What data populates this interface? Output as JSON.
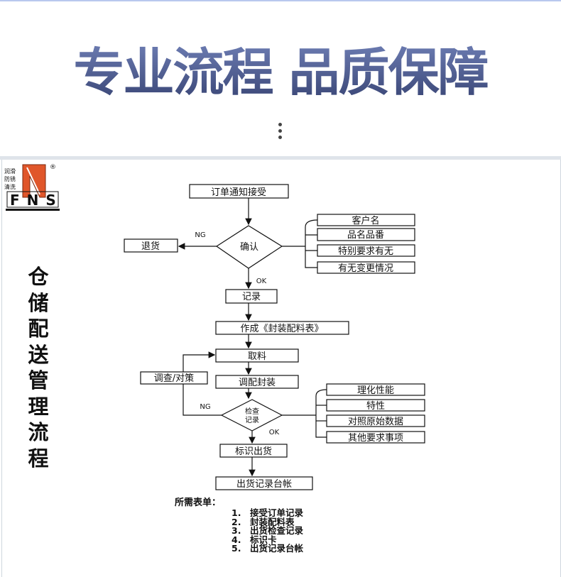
{
  "banner": {
    "title": "专业流程 品质保障"
  },
  "logo": {
    "tagline": [
      "润滑",
      "防锈",
      "清洗"
    ],
    "letters": "FNS",
    "registered": "®"
  },
  "side_title": [
    "仓",
    "储",
    "配",
    "送",
    "管",
    "理",
    "流",
    "程"
  ],
  "flow": {
    "order_received": "订单通知接受",
    "confirm": "确认",
    "return": "退货",
    "ng1": "NG",
    "ok1": "OK",
    "confirm_checks": [
      "客户名",
      "品名品番",
      "特别要求有无",
      "有无变更情况"
    ],
    "record": "记录",
    "make_sheet": "作成《封装配料表》",
    "pick": "取料",
    "blend_pack": "调配封装",
    "inspect": [
      "检查",
      "记录"
    ],
    "investigate": "调查/对策",
    "ng2": "NG",
    "ok2": "OK",
    "inspect_checks": [
      "理化性能",
      "特性",
      "对照原始数据",
      "其他要求事项"
    ],
    "label_ship": "标识出货",
    "ship_ledger": "出货记录台帐"
  },
  "forms": {
    "heading": "所需表单：",
    "items": [
      {
        "n": "1.",
        "label": "接受订单记录"
      },
      {
        "n": "2.",
        "label": "封装配料表"
      },
      {
        "n": "3.",
        "label": "出货检查记录"
      },
      {
        "n": "4.",
        "label": "标识卡"
      },
      {
        "n": "5.",
        "label": "出货记录台帐"
      }
    ]
  },
  "colors": {
    "title_top": "#7181b8",
    "title_bottom": "#34406f",
    "logo_orange": "#e0562a"
  }
}
